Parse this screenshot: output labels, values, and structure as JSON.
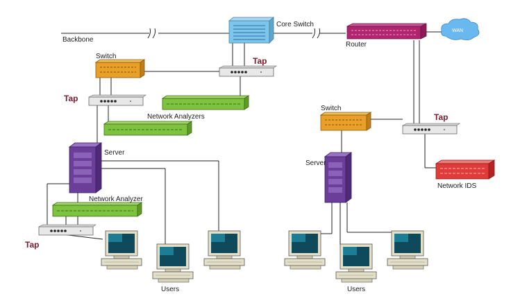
{
  "labels": {
    "backbone": "Backbone",
    "core_switch": "Core Switch",
    "router": "Router",
    "wan": "WAN",
    "switch_left": "Switch",
    "switch_right": "Switch",
    "tap_top": "Tap",
    "tap_left": "Tap",
    "tap_right": "Tap",
    "tap_bottom": "Tap",
    "network_analyzers": "Network Analyzers",
    "network_analyzer": "Network Analyzer",
    "server_left": "Server",
    "server_right": "Server",
    "network_ids": "Network IDS",
    "users_left": "Users",
    "users_right": "Users"
  },
  "colors": {
    "core_switch": "#7cc6ec",
    "router": "#b0256e",
    "switch": "#e9a02a",
    "analyzer": "#7ec23f",
    "server": "#6b3e9a",
    "ids": "#e03b3b",
    "tap": "#e6e6e6",
    "wan": "#69b8f0",
    "tap_text": "#7a1b2e"
  }
}
